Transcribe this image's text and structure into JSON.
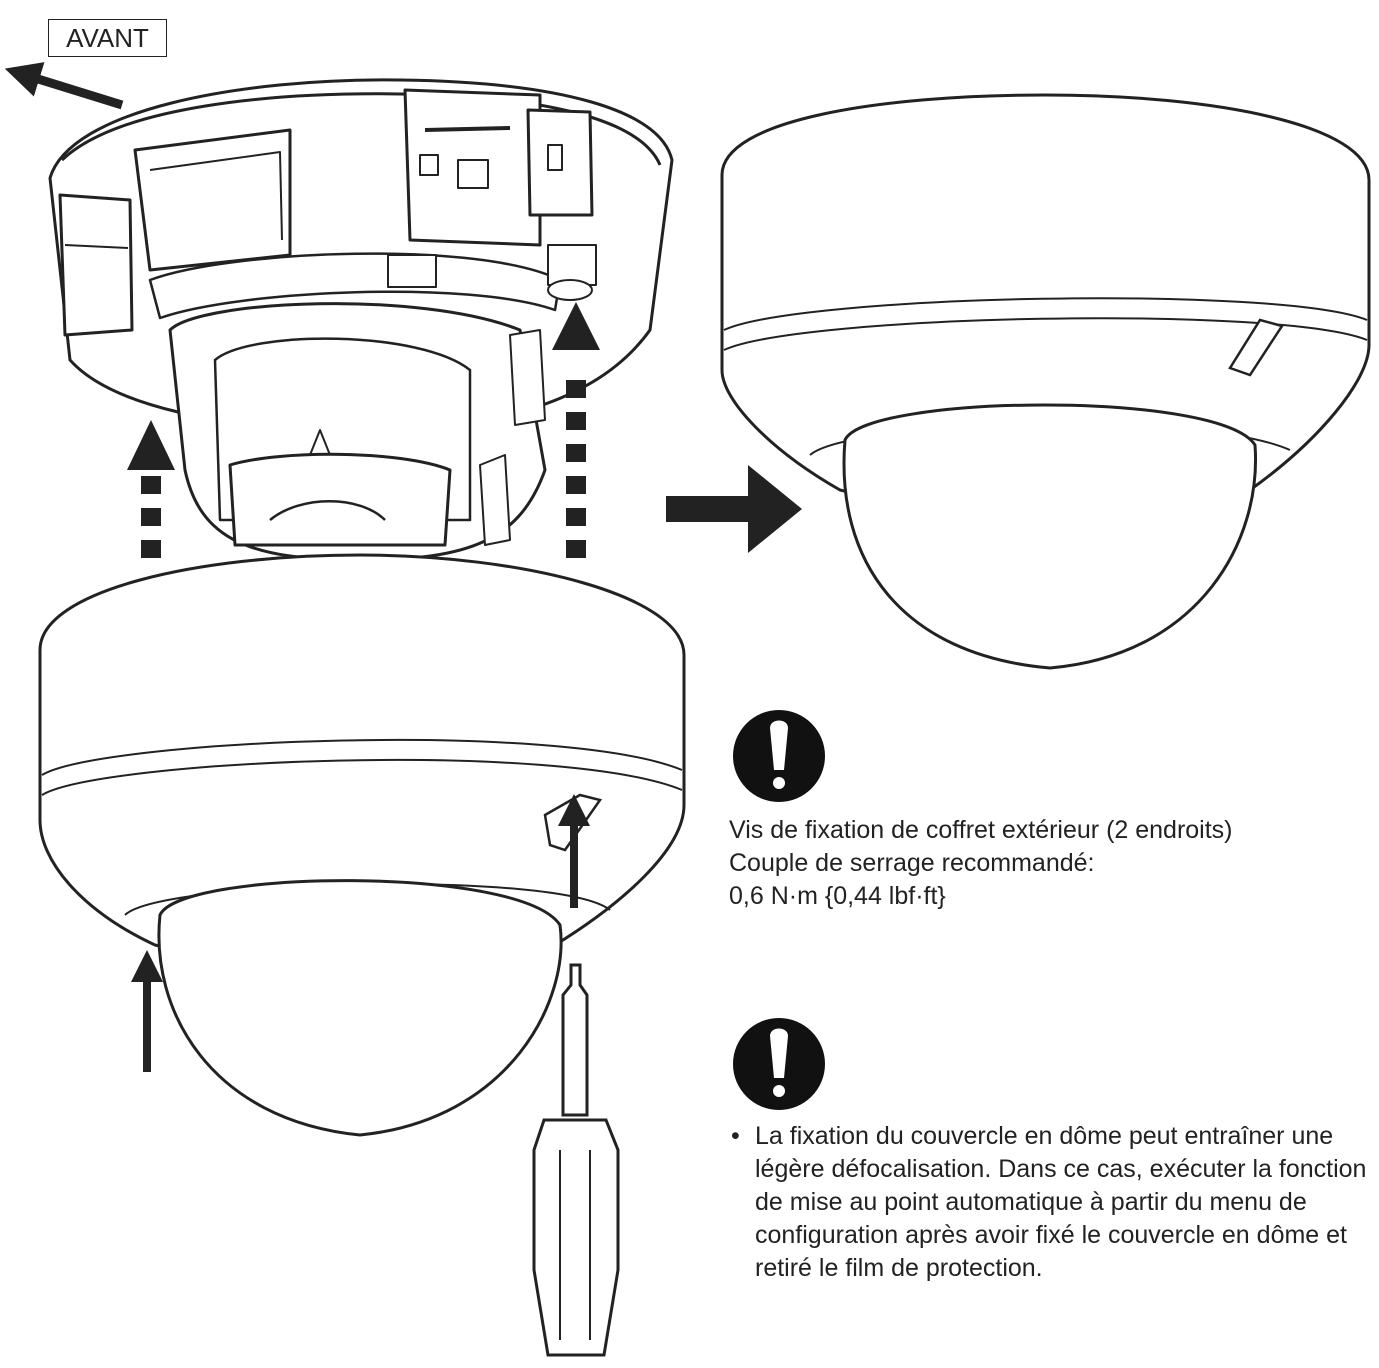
{
  "front_label": "AVANT",
  "icons": {
    "warning": "exclamation-warning-icon",
    "screwdriver": "screwdriver-icon",
    "arrow": "arrow-icon"
  },
  "screw_note": {
    "line1": "Vis de fixation de coffret extérieur (2 endroits)",
    "line2": "Couple de serrage recommandé:",
    "line3": "0,6 N·m {0,44 lbf·ft}"
  },
  "focus_note": {
    "bullet": "•",
    "text": "La fixation du couvercle en dôme peut entraîner une légère défocalisation. Dans ce cas, exécuter la fonction de mise au point automatique à partir du menu de configuration après avoir fixé le couvercle en dôme et retiré le film de protection."
  }
}
